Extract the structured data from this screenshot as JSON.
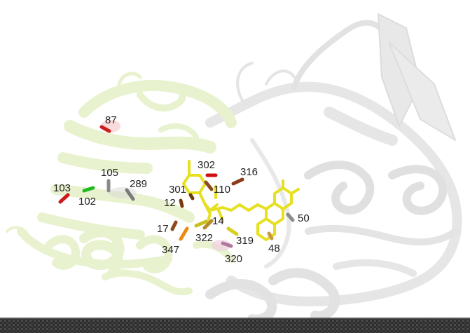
{
  "colors": {
    "background": "#ffffff",
    "protein_domain_a": "#e9f2cf",
    "protein_domain_b": "#ececec",
    "ligand": "#e6e020",
    "floor": "#3a3a3a"
  },
  "residues": [
    {
      "label": "87",
      "color": "#c81e1e"
    },
    {
      "label": "105",
      "color": "#8a8a8a"
    },
    {
      "label": "103",
      "color": "#d01818"
    },
    {
      "label": "102",
      "color": "#22bb22"
    },
    {
      "label": "289",
      "color": "#7a7a7a"
    },
    {
      "label": "302",
      "color": "#d01010"
    },
    {
      "label": "316",
      "color": "#8b3a1a"
    },
    {
      "label": "301",
      "color": "#6b3a12"
    },
    {
      "label": "110",
      "color": "#8b4a22"
    },
    {
      "label": "12",
      "color": "#7a3a10"
    },
    {
      "label": "17",
      "color": "#8b4a1a"
    },
    {
      "label": "14",
      "color": "#b58a30"
    },
    {
      "label": "322",
      "color": "#c8c020"
    },
    {
      "label": "319",
      "color": "#d8d020"
    },
    {
      "label": "347",
      "color": "#ee8a10"
    },
    {
      "label": "320",
      "color": "#b07a9a"
    },
    {
      "label": "48",
      "color": "#c89a40"
    },
    {
      "label": "50",
      "color": "#8a8a8a"
    }
  ]
}
